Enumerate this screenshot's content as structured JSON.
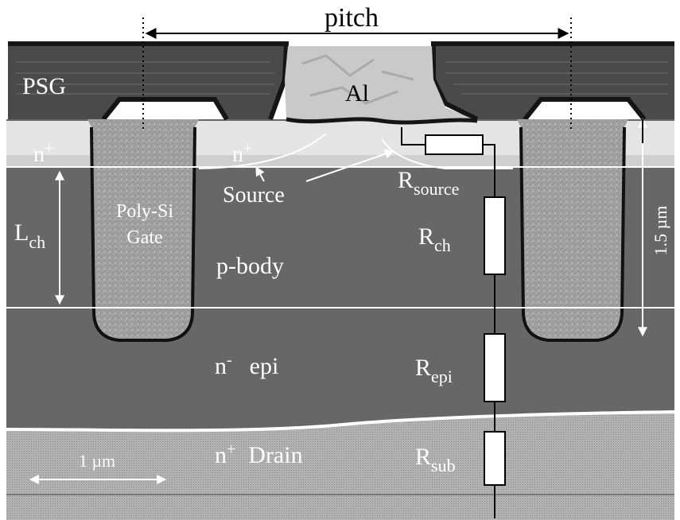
{
  "labels": {
    "pitch": "pitch",
    "psg": "PSG",
    "al": "Al",
    "n_plus_left": "n",
    "n_plus_left_sup": "+",
    "n_plus_center": "n",
    "n_plus_center_sup": "+",
    "source": "Source",
    "r_source_main": "R",
    "r_source_sub": "source",
    "l_ch_main": "L",
    "l_ch_sub": "ch",
    "poly_si_line1": "Poly-Si",
    "poly_si_line2": "Gate",
    "p_body": "p-body",
    "r_ch_main": "R",
    "r_ch_sub": "ch",
    "scale_vertical": "1.5 µm",
    "n_minus_epi_n": "n",
    "n_minus_epi_sup": "-",
    "n_minus_epi_word": "epi",
    "r_epi_main": "R",
    "r_epi_sub": "epi",
    "n_plus_drain_n": "n",
    "n_plus_drain_sup": "+",
    "n_plus_drain_word": "Drain",
    "r_sub_main": "R",
    "r_sub_sub": "sub",
    "scale_horizontal": "1 µm"
  },
  "colors": {
    "psg": "#4a4a4a",
    "psg_edge": "#151515",
    "al": "#c9c9c9",
    "source_region": "#e6e6e6",
    "silicon": "#676767",
    "gate_fill": "#a4a4a4",
    "substrate": "#b6b6b6",
    "annotation": "#ffffff",
    "circuit": "#000000",
    "resistor_fill": "#ffffff"
  }
}
